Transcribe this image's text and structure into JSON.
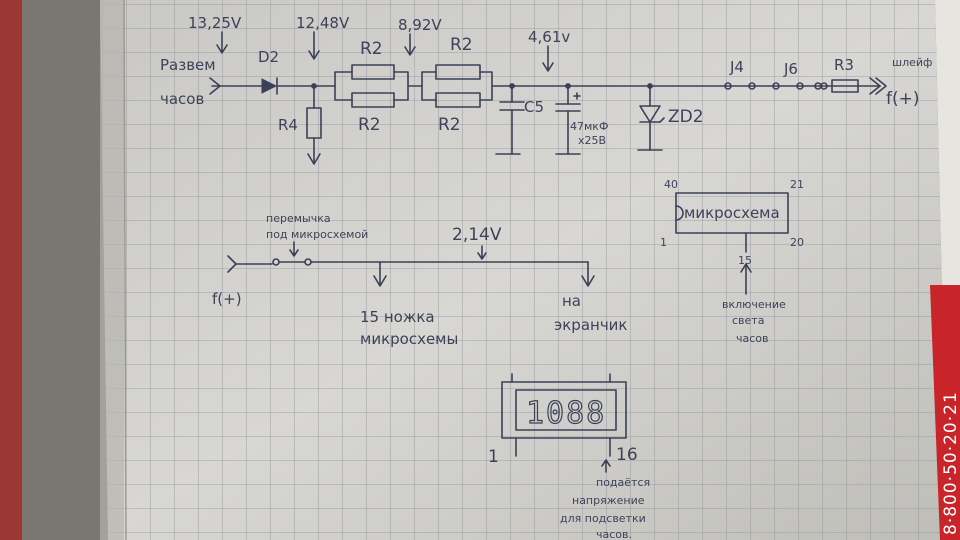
{
  "top_circuit": {
    "voltages": [
      "13,25V",
      "12,48V",
      "8,92V",
      "4,61v"
    ],
    "input_label": [
      "Развем",
      "часов"
    ],
    "components": {
      "d2": "D2",
      "r2_a": "R2",
      "r2_b": "R2",
      "r2_c": "R2",
      "r2_d": "R2",
      "r4": "R4",
      "c5": "C5",
      "cap": [
        "47мкФ",
        "x25B"
      ],
      "zd2": "ZD2",
      "j4": "J4",
      "j6": "J6",
      "r3": "R3"
    },
    "output_label": [
      "шлейф",
      "f(+)"
    ]
  },
  "chip": {
    "label": "микросхема",
    "pins": {
      "top_left": "40",
      "top_right": "21",
      "bottom_left": "1",
      "bottom_right": "20",
      "pin15": "15"
    },
    "note": [
      "включение",
      "света",
      "часов"
    ]
  },
  "mid_circuit": {
    "input_label": "f(+)",
    "jumper_note": [
      "перемычка",
      "под микросхемой"
    ],
    "voltage": "2,14V",
    "branch1": [
      "15 ножка",
      "микросхемы"
    ],
    "branch2": [
      "на",
      "экранчик"
    ]
  },
  "display": {
    "digits": "1088",
    "pin_left": "1",
    "pin_right": "16",
    "note": [
      "подаётся",
      "напряжение",
      "для подсветки",
      "часов."
    ]
  },
  "side_stamp": "8·800·50·20·21"
}
